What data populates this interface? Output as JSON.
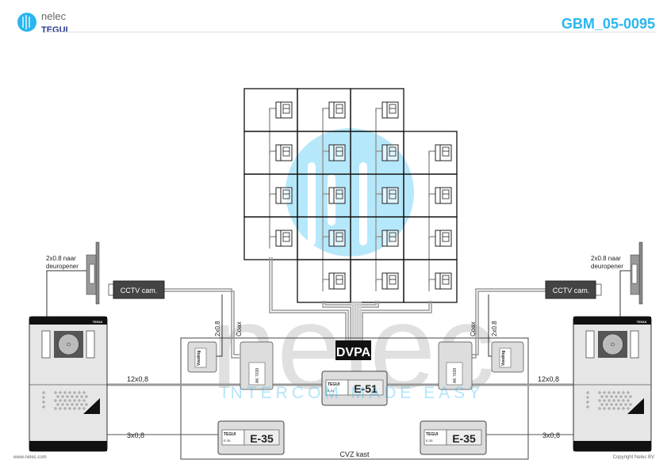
{
  "header": {
    "logo_name": "nelec",
    "logo_brand": "TEGUI",
    "logo_tagline": "INTERCOM MADE EASY",
    "document_id": "GBM_05-0095"
  },
  "watermark": {
    "word": "nelec",
    "tagline": "INTERCOM MADE EASY"
  },
  "left": {
    "door_label_1": "2x0.8 naar",
    "door_label_2": "deuropener",
    "cctv": "CCTV cam.",
    "panel_brand": "TEGUI",
    "cable_power": "2x0.8",
    "cable_coax": "Coax",
    "cable_main": "12x0,8",
    "cable_e35": "3x0,8"
  },
  "right": {
    "door_label_1": "2x0.8 naar",
    "door_label_2": "deuropener",
    "cctv": "CCTV cam.",
    "panel_brand": "TEGUI",
    "cable_power": "2x0.8",
    "cable_coax": "Coax",
    "cable_main": "12x0,8",
    "cable_e35": "3x0,8"
  },
  "cabinet": {
    "label": "CVZ kast",
    "dvpa": "DVPA",
    "e51_brand": "TEGUI",
    "e51_small": "E-51",
    "e51_big": "E-51",
    "e35_brand": "TEGUI",
    "e35_small": "E-35",
    "e35_big": "E-35",
    "psu_brand": "TEGUI",
    "psu_label": "Voeding",
    "ak_label": "AK 7639"
  },
  "footer": {
    "website": "www.nelec.com",
    "copyright": "Copyright Nelec BV"
  },
  "colors": {
    "accent": "#29b6f0",
    "brand_dark": "#2b3a8f",
    "wire": "#999999"
  },
  "monitor_grid": {
    "columns": [
      {
        "rows": [
          0,
          1,
          2,
          3
        ]
      },
      {
        "rows": [
          0,
          1,
          2,
          3,
          4
        ]
      },
      {
        "rows": [
          0,
          1,
          2,
          3,
          4
        ]
      },
      {
        "rows": [
          1,
          2,
          3,
          4
        ]
      }
    ]
  }
}
